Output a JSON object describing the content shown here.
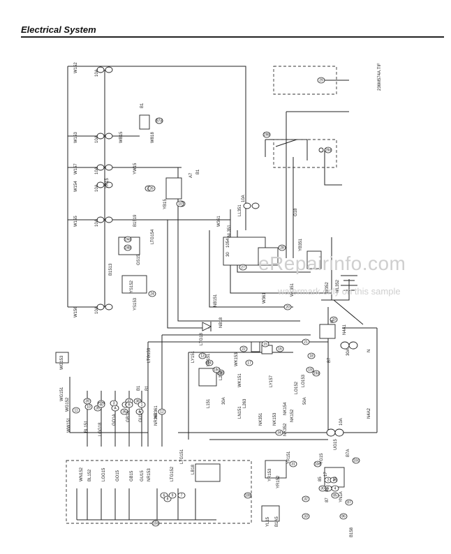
{
  "header": {
    "title": "Electrical System"
  },
  "figure_id": "236M574A.TIF",
  "watermark": {
    "main": "eRepairinfo.com",
    "sub": "watermark only on this sample"
  },
  "wire_labels": [
    "W152",
    "W153",
    "WB15",
    "W818",
    "W157",
    "W154",
    "YK15",
    "YW15",
    "YB15",
    "W155",
    "B1519",
    "LTG154",
    "GS15",
    "B1513",
    "YS152",
    "YS153",
    "W156",
    "NR362",
    "NB151",
    "NB18",
    "LTG18",
    "LTG153",
    "NR361",
    "LY151",
    "UB151",
    "L252",
    "L151",
    "WK151",
    "WK153",
    "L263",
    "LN151",
    "LY157",
    "LO152",
    "LO153",
    "NK154",
    "NK152",
    "NK153",
    "NK351",
    "NK352",
    "N4A2",
    "N4A1",
    "W361",
    "NL351",
    "LL351",
    "G18",
    "YB351",
    "W352",
    "WL352",
    "W361",
    "WL351",
    "WG153",
    "WG152",
    "WG151",
    "WW151",
    "BL151",
    "LGG18",
    "GO1A",
    "GB1A",
    "GU1A",
    "WN152",
    "BL152",
    "LGG15",
    "GO15",
    "GB15",
    "GU15",
    "NR153",
    "LTG152",
    "LTG151",
    "LB18",
    "YR151",
    "YR152",
    "YR153",
    "YL15",
    "B1A5",
    "YG15",
    "UG15",
    "B7A",
    "YN1A",
    "B158"
  ],
  "component_labels": [
    "24",
    "25",
    "26",
    "26",
    "10",
    "24a",
    "24b",
    "24",
    "27",
    "28",
    "29",
    "29a",
    "29b",
    "20",
    "20",
    "21",
    "22",
    "15",
    "16",
    "17",
    "18",
    "19",
    "19a",
    "19b",
    "19c",
    "14",
    "13",
    "12",
    "11",
    "10",
    "2",
    "3",
    "4",
    "5",
    "6",
    "7",
    "8",
    "9",
    "10a",
    "10b",
    "10c",
    "10d",
    "31",
    "32",
    "33",
    "34",
    "35",
    "36",
    "37",
    "38",
    "39",
    "40",
    "A",
    "B",
    "1",
    "2",
    "3",
    "4",
    "5",
    "30",
    "85",
    "86",
    "87",
    "87a"
  ],
  "fuse_ratings": [
    "10A",
    "10A",
    "10A",
    "10A",
    "10A",
    "10A",
    "10A",
    "10A",
    "30A",
    "30A",
    "50A"
  ],
  "terminal_labels": [
    "B1",
    "B1",
    "A7",
    "B1",
    "B1",
    "B7",
    "R",
    "N",
    "1054",
    "30",
    "17",
    "30",
    "87",
    "86",
    "85"
  ]
}
